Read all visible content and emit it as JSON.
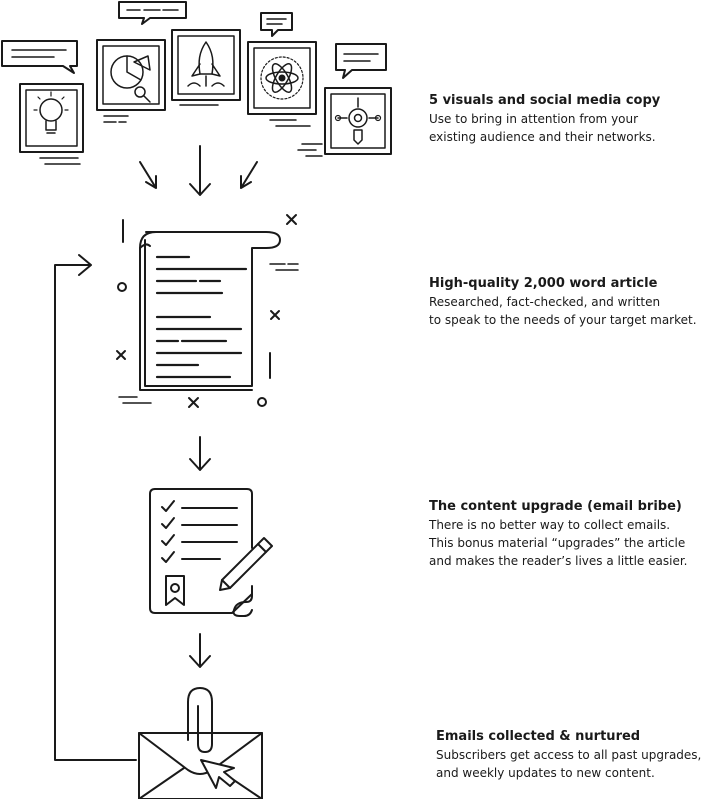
{
  "steps": [
    {
      "title": "5 visuals and social media copy",
      "lines": [
        "Use to bring in attention from your",
        "existing audience and their networks."
      ],
      "icon": "social-visuals-icon"
    },
    {
      "title": "High-quality 2,000 word article",
      "lines": [
        "Researched, fact-checked, and written",
        "to speak to the needs of your target market."
      ],
      "icon": "article-scroll-icon"
    },
    {
      "title": "The content upgrade (email bribe)",
      "lines": [
        "There is no better way to collect emails.",
        "This bonus material “upgrades” the article",
        "and makes the reader’s lives a little easier."
      ],
      "icon": "checklist-document-icon"
    },
    {
      "title": "Emails collected & nurtured",
      "lines": [
        "Subscribers get access to all past upgrades,",
        "and weekly updates to new content."
      ],
      "icon": "envelope-paperclip-icon"
    }
  ],
  "colors": {
    "stroke": "#1a1a1a",
    "text": "#1a1a1a",
    "background": "#ffffff"
  }
}
